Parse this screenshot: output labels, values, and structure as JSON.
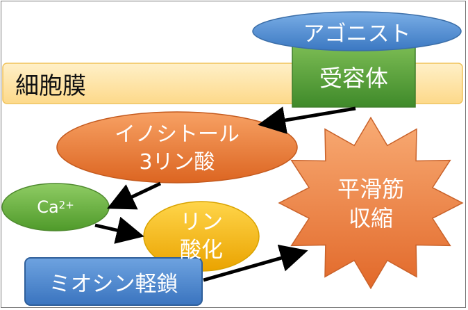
{
  "membrane": {
    "label": "細胞膜"
  },
  "agonist": {
    "label": "アゴニスト"
  },
  "receptor": {
    "label": "受容体"
  },
  "ip3": {
    "line1": "イノシトール",
    "line2": "3リン酸"
  },
  "calcium": {
    "base": "Ca",
    "superscript": "2+"
  },
  "phosphorylation": {
    "line1": "リン",
    "line2": "酸化"
  },
  "myosin": {
    "label": "ミオシン軽鎖"
  },
  "contraction": {
    "line1": "平滑筋",
    "line2": "収縮"
  },
  "colors": {
    "membrane_fill": "#ffe3a6",
    "agonist_fill": "#4f89cc",
    "receptor_fill": "#579c3a",
    "orange_fill": "#ee7d3a",
    "calcium_fill": "#68b23f",
    "yellow_fill": "#f5b40a",
    "myosin_fill": "#4d88cc",
    "text_dark": "#111111",
    "text_light": "#ffffff",
    "arrow": "#000000"
  }
}
